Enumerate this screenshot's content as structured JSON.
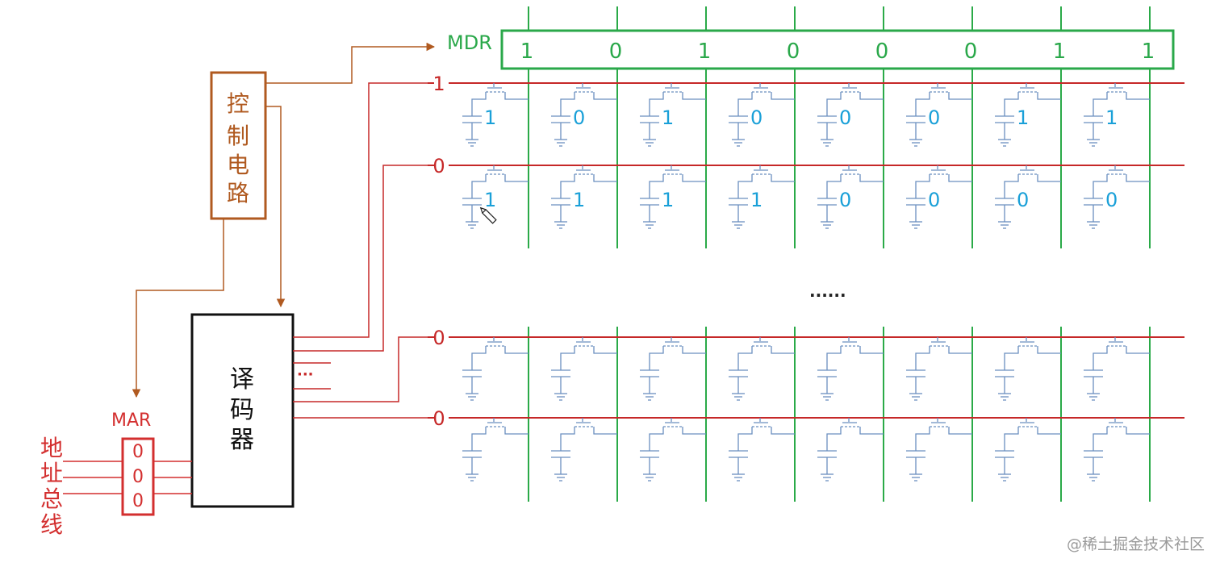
{
  "colors": {
    "bitline": "#2aaa48",
    "wordline": "#c62828",
    "cell": "#6b8fbf",
    "cell_value": "#1aa0d8",
    "control": "#b05a20",
    "mdr": "#2aa84a",
    "mar": "#d32f2f",
    "decoder": "#111111",
    "watermark": "#9a9a9a"
  },
  "mdr": {
    "label": "MDR",
    "bits": [
      "1",
      "0",
      "1",
      "0",
      "0",
      "0",
      "1",
      "1"
    ]
  },
  "control": {
    "chars": [
      "控",
      "制",
      "电",
      "路"
    ]
  },
  "decoder": {
    "chars": [
      "译",
      "码",
      "器"
    ],
    "ellipsis": "···"
  },
  "mar": {
    "label": "MAR",
    "bits": [
      "0",
      "0",
      "0"
    ]
  },
  "address_bus": {
    "chars": [
      "地",
      "址",
      "总",
      "线"
    ]
  },
  "word_lines": [
    {
      "value": "1",
      "cells": [
        "1",
        "0",
        "1",
        "0",
        "0",
        "0",
        "1",
        "1"
      ]
    },
    {
      "value": "0",
      "cells": [
        "1",
        "1",
        "1",
        "1",
        "0",
        "0",
        "0",
        "0"
      ]
    },
    {
      "value": "0",
      "cells": [
        "",
        "",
        "",
        "",
        "",
        "",
        "",
        ""
      ]
    },
    {
      "value": "0",
      "cells": [
        "",
        "",
        "",
        "",
        "",
        "",
        "",
        ""
      ]
    }
  ],
  "middle_ellipsis": "......",
  "pencil_icon": "pencil-icon",
  "watermark": "@稀土掘金技术社区"
}
